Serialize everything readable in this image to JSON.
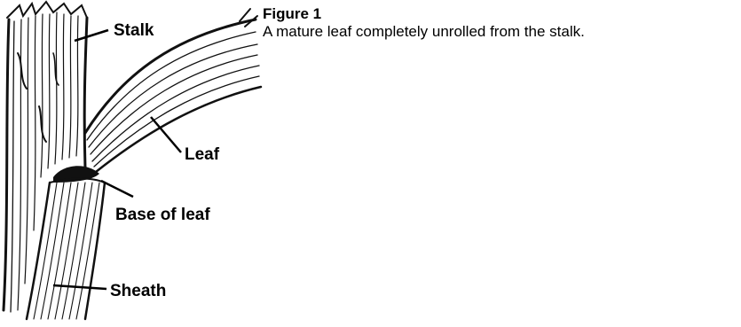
{
  "figure": {
    "title": "Figure 1",
    "description": "A mature leaf completely unrolled from the stalk."
  },
  "labels": {
    "stalk": "Stalk",
    "leaf": "Leaf",
    "base_of_leaf": "Base of leaf",
    "sheath": "Sheath"
  }
}
